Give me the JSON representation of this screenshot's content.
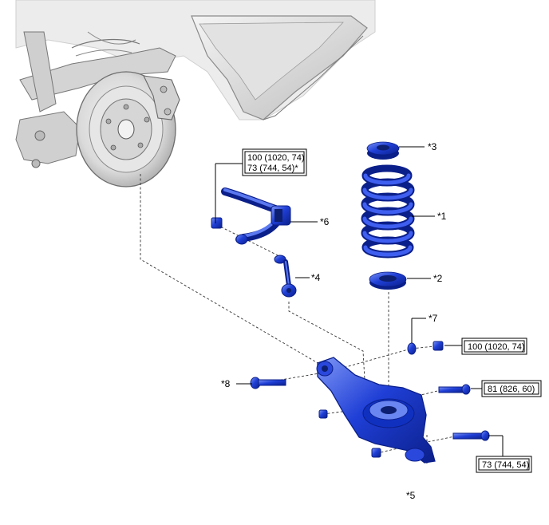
{
  "parts": {
    "coil_spring": "*1",
    "lower_insulator": "*2",
    "upper_insulator": "*3",
    "stabilizer_link": "*4",
    "lower_arm": "*5",
    "stabilizer_bar": "*6",
    "washer": "*7",
    "bolt": "*8"
  },
  "torques": {
    "stab_line1": "100 (1020, 74)",
    "stab_line2": "73 (744, 54)*",
    "arm_inner": "100 (1020, 74)",
    "arm_middle": "81 (826, 60)",
    "arm_outer": "73 (744, 54)"
  },
  "colors": {
    "part_blue": "#1f3fd6",
    "part_blue_dark": "#0b1f8a",
    "part_blue_light": "#6a86f0",
    "vehicle_gray": "#d9d9d9"
  }
}
